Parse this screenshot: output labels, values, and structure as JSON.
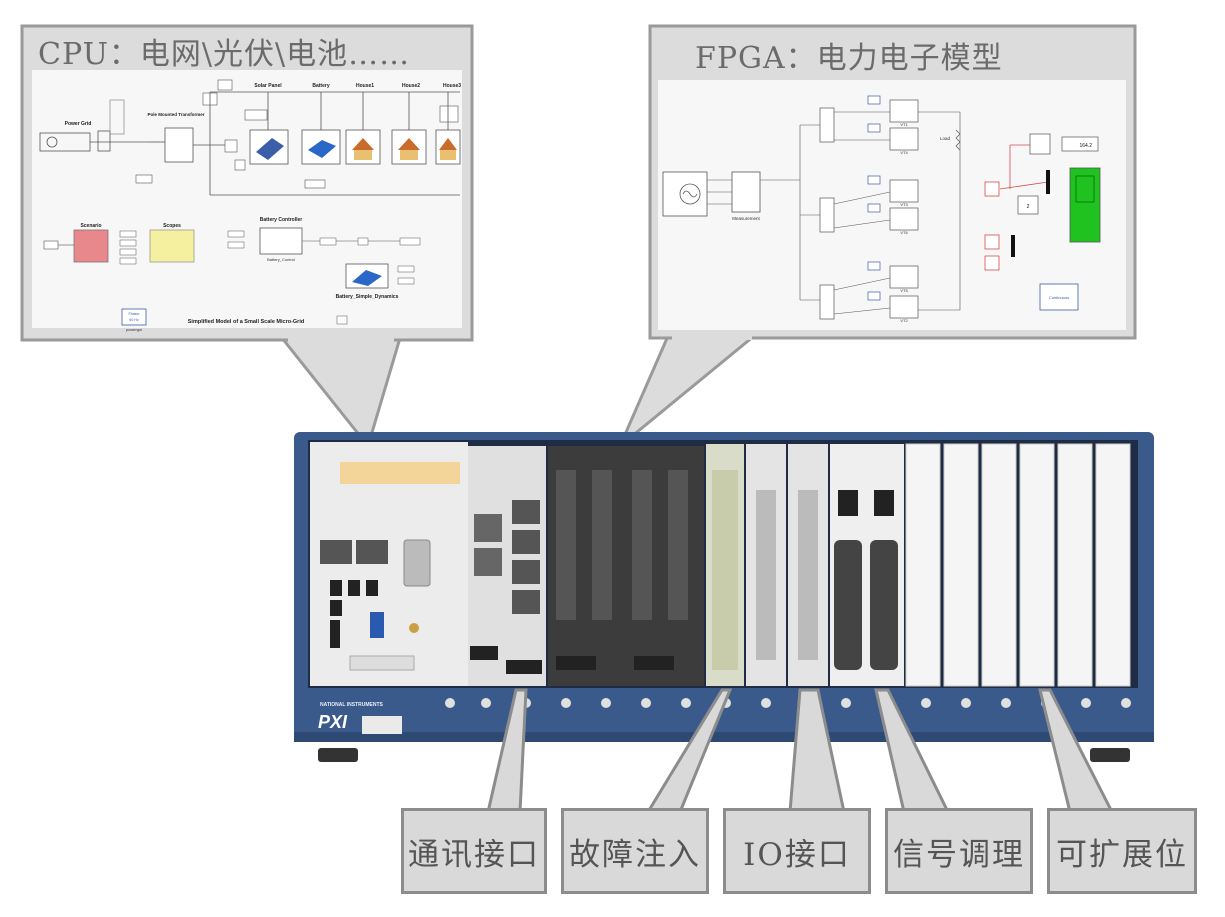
{
  "callouts": {
    "cpu": {
      "title": "CPU：电网\\光伏\\电池……",
      "blocks": {
        "power_grid": "Power Grid",
        "pole_transformer": "Pole Mounted Transformer",
        "solar_panel": "Solar Panel",
        "battery": "Battery",
        "house1": "House1",
        "house2": "House2",
        "house3": "House3",
        "scenario": "Scenario",
        "scopes": "Scopes",
        "battery_controller": "Battery Controller",
        "battery_control": "Battery_Control",
        "battery_dynamics": "Battery_Simple_Dynamics",
        "footer": "Simplified Model of a Small Scale Micro-Grid",
        "powergui": "powergui",
        "phasor": "Phasor",
        "phasor_freq": "60 Hz"
      }
    },
    "fpga": {
      "title": "FPGA：电力电子模型",
      "blocks": {
        "measurement": "Measurement",
        "load": "Load",
        "continuous": "Continuous",
        "display_value": "164.2",
        "small_value": "2",
        "vt1": "VT1",
        "vt2": "VT2",
        "vt3": "VT3",
        "vt4": "VT4",
        "vt5": "VT5",
        "vt6": "VT6"
      }
    }
  },
  "chassis": {
    "brand_text": "PXI",
    "maker_text": "NATIONAL INSTRUMENTS"
  },
  "labels": [
    {
      "id": "comm",
      "text": "通讯接口"
    },
    {
      "id": "fault",
      "text": "故障注入"
    },
    {
      "id": "io",
      "text": "IO接口"
    },
    {
      "id": "signal",
      "text": "信号调理"
    },
    {
      "id": "expand",
      "text": "可扩展位"
    }
  ],
  "colors": {
    "callout_bg": "#dcdcdc",
    "callout_border": "#9a9a9a",
    "scenario_red": "#e8888c",
    "scopes_yellow": "#f4f0a0",
    "scope_green": "#1fc21f",
    "chassis_blue": "#3a5a8c"
  }
}
